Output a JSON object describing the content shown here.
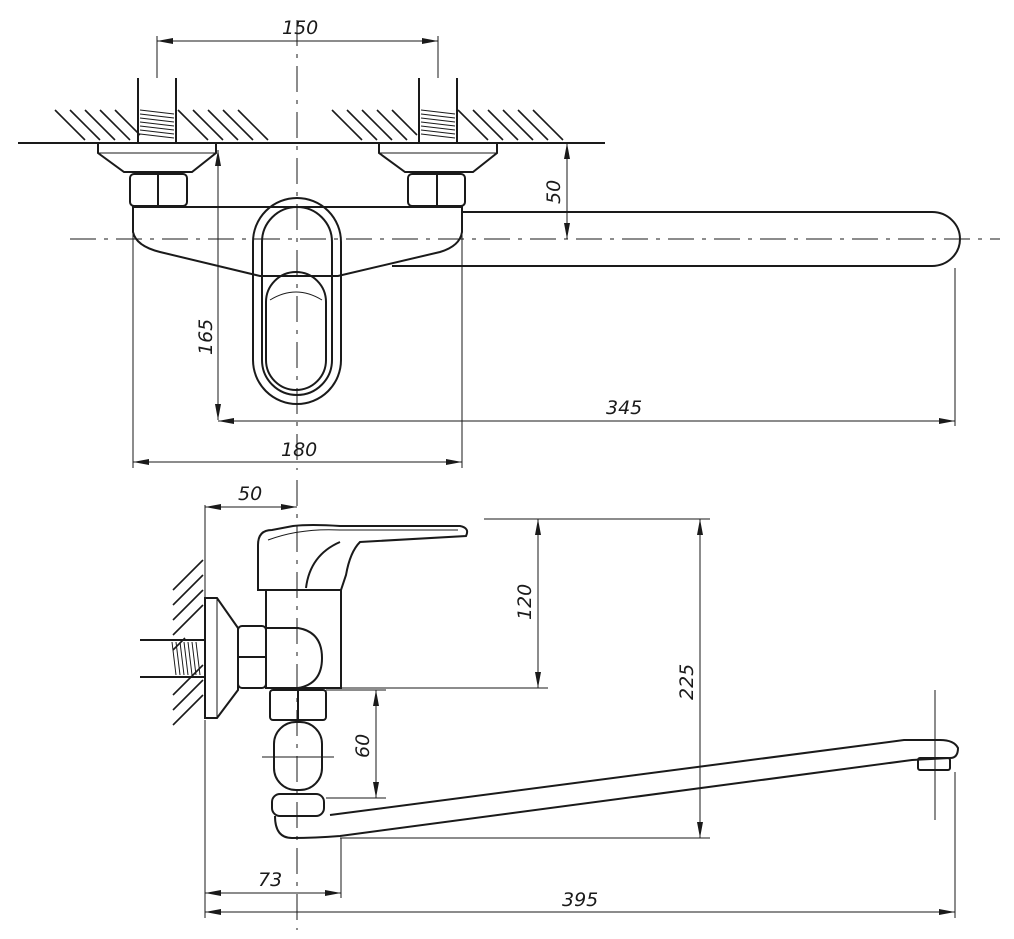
{
  "dimensions": {
    "d150": "150",
    "d50_top": "50",
    "d165": "165",
    "d345": "345",
    "d180": "180",
    "d50_side": "50",
    "d120": "120",
    "d225": "225",
    "d60": "60",
    "d73": "73",
    "d395": "395"
  },
  "colors": {
    "line": "#1a1a1a",
    "background": "#ffffff"
  }
}
